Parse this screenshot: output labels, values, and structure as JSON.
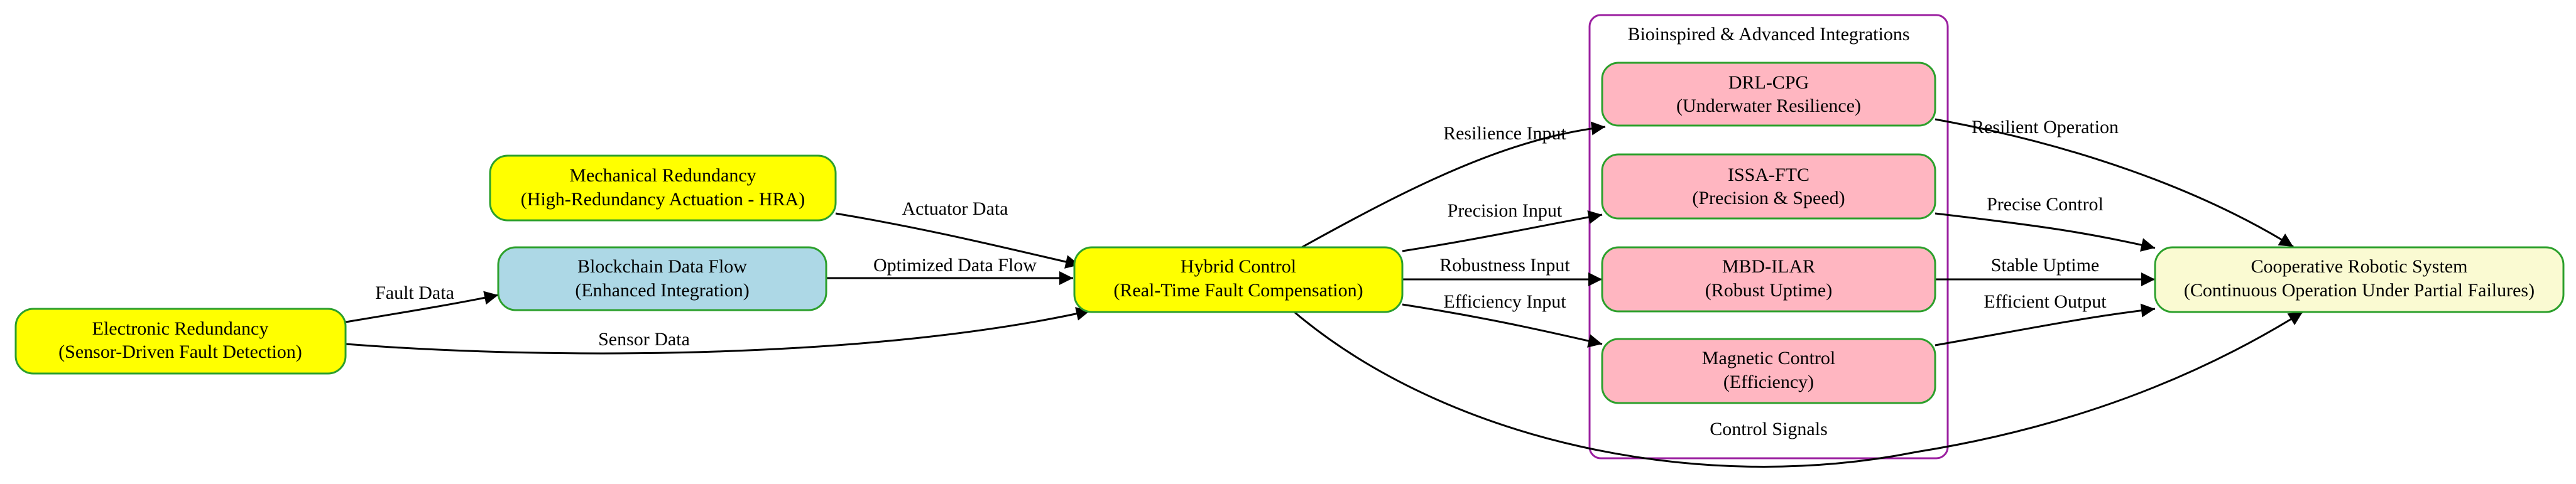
{
  "cluster": {
    "label": "Bioinspired & Advanced Integrations",
    "border_color": "#9b1fa0"
  },
  "nodes": {
    "electronic": {
      "line1": "Electronic Redundancy",
      "line2": "(Sensor-Driven Fault Detection)",
      "fill": "#ffff00",
      "stroke": "#2ca02c"
    },
    "mechanical": {
      "line1": "Mechanical Redundancy",
      "line2": "(High-Redundancy Actuation - HRA)",
      "fill": "#ffff00",
      "stroke": "#2ca02c"
    },
    "blockchain": {
      "line1": "Blockchain Data Flow",
      "line2": "(Enhanced Integration)",
      "fill": "#add8e6",
      "stroke": "#2ca02c"
    },
    "hybrid": {
      "line1": "Hybrid Control",
      "line2": "(Real-Time Fault Compensation)",
      "fill": "#ffff00",
      "stroke": "#2ca02c"
    },
    "drl": {
      "line1": "DRL-CPG",
      "line2": "(Underwater Resilience)",
      "fill": "#ffb6c1",
      "stroke": "#2ca02c"
    },
    "issa": {
      "line1": "ISSA-FTC",
      "line2": "(Precision & Speed)",
      "fill": "#ffb6c1",
      "stroke": "#2ca02c"
    },
    "mbd": {
      "line1": "MBD-ILAR",
      "line2": "(Robust Uptime)",
      "fill": "#ffb6c1",
      "stroke": "#2ca02c"
    },
    "magnetic": {
      "line1": "Magnetic Control",
      "line2": "(Efficiency)",
      "fill": "#ffb6c1",
      "stroke": "#2ca02c"
    },
    "coop": {
      "line1": "Cooperative Robotic System",
      "line2": "(Continuous Operation Under Partial Failures)",
      "fill": "#fafad2",
      "stroke": "#2ca02c"
    }
  },
  "edges": {
    "fault_data": "Fault Data",
    "sensor_data": "Sensor Data",
    "actuator_data": "Actuator Data",
    "optimized_data_flow": "Optimized Data Flow",
    "resilience_input": "Resilience Input",
    "precision_input": "Precision Input",
    "robustness_input": "Robustness Input",
    "efficiency_input": "Efficiency Input",
    "resilient_operation": "Resilient Operation",
    "precise_control": "Precise Control",
    "stable_uptime": "Stable Uptime",
    "efficient_output": "Efficient Output",
    "control_signals": "Control Signals"
  }
}
